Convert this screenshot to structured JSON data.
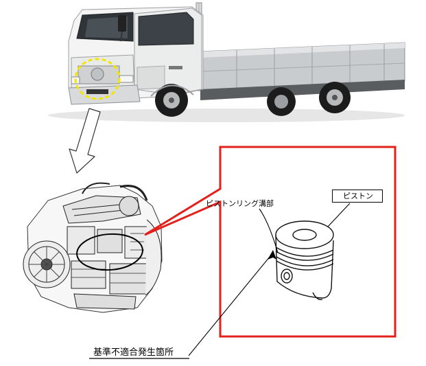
{
  "labels": {
    "piston_ring_groove": "ピストンリング溝部",
    "piston": "ピストン",
    "nonconformity_location": "基準不適合発生箇所"
  },
  "colors": {
    "highlight_frame": "#e2211c",
    "dashed_marker": "#f2e600",
    "truck_cab": "#f4f4f4",
    "truck_bed": "#c9ccce",
    "tire": "#1c1c1c"
  },
  "icons": [
    "truck-illustration",
    "engine-illustration",
    "piston-illustration",
    "down-arrow-icon"
  ]
}
